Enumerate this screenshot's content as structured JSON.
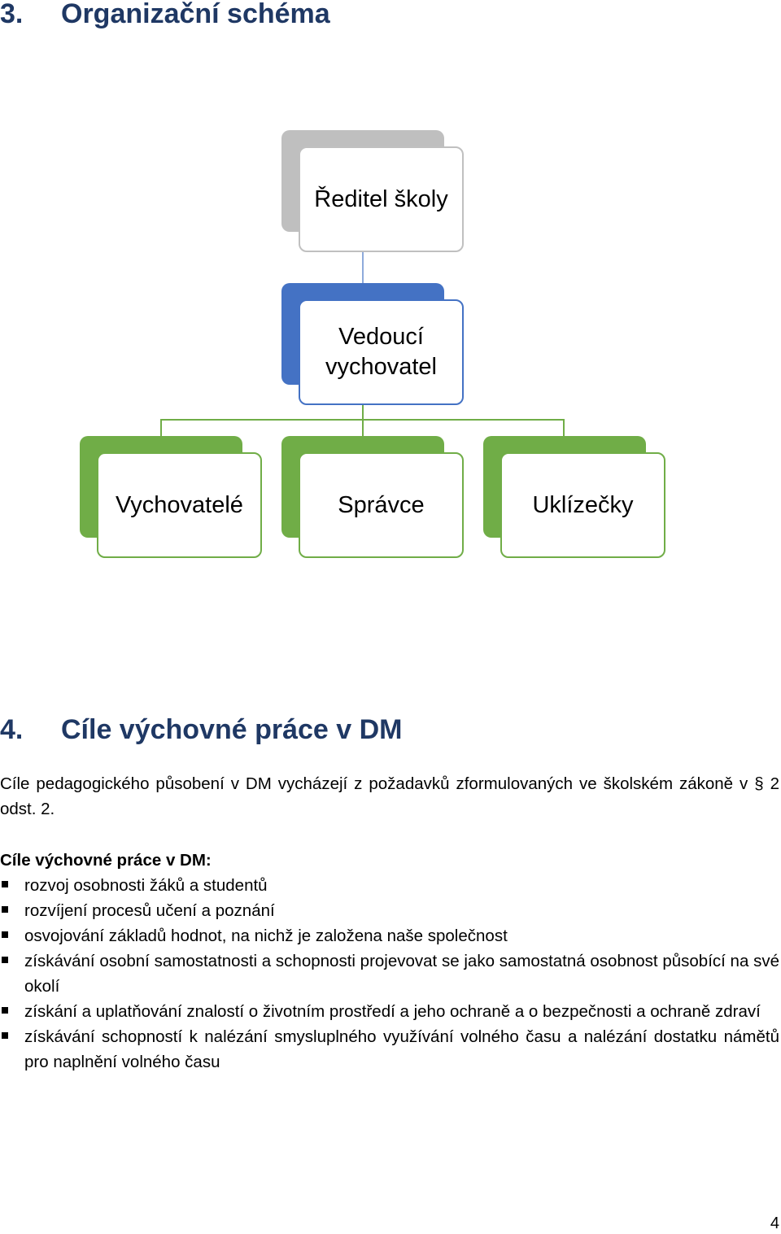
{
  "section3": {
    "number": "3.",
    "title": "Organizační schéma"
  },
  "org_chart": {
    "root": "Ředitel školy",
    "manager": "Vedoucí vychovatel",
    "children": [
      "Vychovatelé",
      "Správce",
      "Uklízečky"
    ],
    "colors": {
      "root_accent": "#bfbfbf",
      "manager_accent": "#4472c4",
      "children_accent": "#70ad47"
    }
  },
  "section4": {
    "number": "4.",
    "title": "Cíle výchovné práce v DM",
    "intro": "Cíle pedagogického působení v DM vycházejí z požadavků zformulovaných ve školském zákoně v § 2 odst. 2.",
    "goals_heading": "Cíle výchovné práce v DM:",
    "goals": [
      "rozvoj osobnosti žáků a studentů",
      "rozvíjení procesů učení a poznání",
      "osvojování základů hodnot, na nichž je založena naše společnost",
      "získávání osobní samostatnosti a schopnosti projevovat se jako samostatná osobnost působící na své okolí",
      "získání a uplatňování znalostí o životním prostředí a jeho ochraně a o bezpečnosti a ochraně zdraví",
      "získávání schopností k nalézání smysluplného využívání volného času a nalézání dostatku námětů pro naplnění volného času"
    ]
  },
  "page_number": "4"
}
